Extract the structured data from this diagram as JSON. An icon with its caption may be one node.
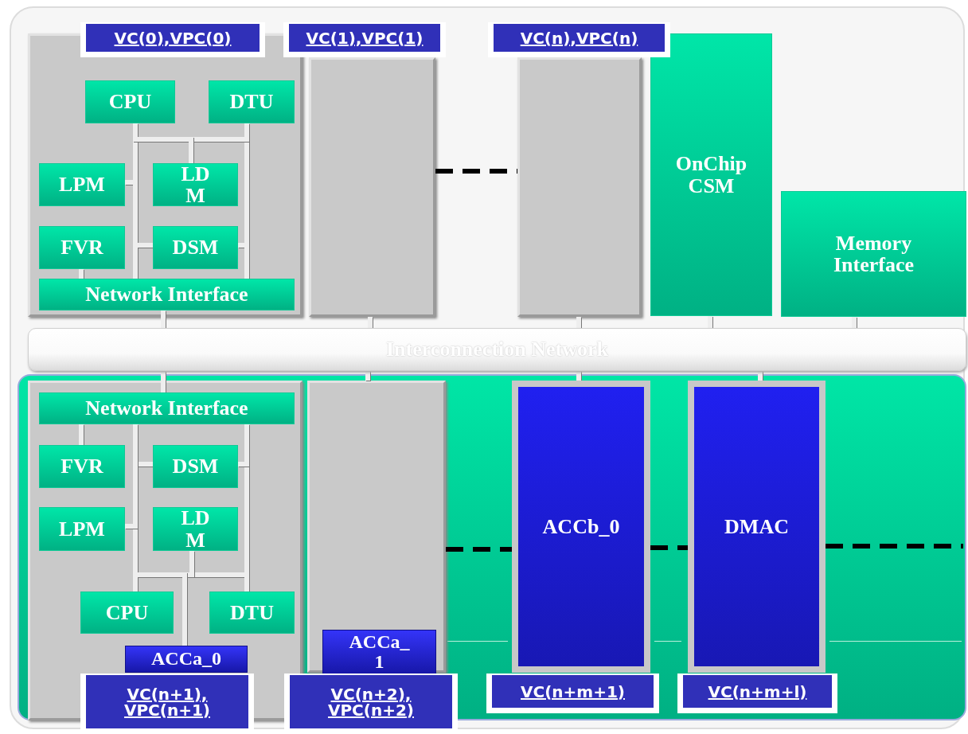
{
  "diagram": {
    "nodes": [
      {
        "text": [
          "VC(0),VPC(0)"
        ]
      },
      {
        "text": [
          "VC(1),VPC(1)"
        ]
      },
      {
        "text": [
          "VC(n),VPC(n)"
        ]
      },
      {
        "text": [],
        "shape": "box"
      },
      {
        "text": [
          "CPU"
        ],
        "in": 3
      },
      {
        "text": [
          "DTU"
        ],
        "in": 3
      },
      {
        "text": [
          "LPM"
        ],
        "in": 3
      },
      {
        "text": [
          "LD M"
        ],
        "in": 3
      },
      {
        "text": [
          "FVR"
        ],
        "in": 3
      },
      {
        "text": [
          "DSM"
        ],
        "in": 3
      },
      {
        "text": [
          "Network Interface"
        ],
        "in": 3
      },
      {
        "text": [],
        "shape": "box"
      },
      {
        "text": [],
        "shape": "box"
      },
      {
        "text": [
          "OnChip CSM"
        ]
      },
      {
        "text": [
          "Memory Interface"
        ]
      },
      {
        "text": [
          "Interconnection Network"
        ]
      },
      {
        "text": [],
        "shape": "box"
      },
      {
        "text": [
          "Network Interface"
        ],
        "in": 16
      },
      {
        "text": [
          "FVR"
        ],
        "in": 16
      },
      {
        "text": [
          "DSM"
        ],
        "in": 16
      },
      {
        "text": [
          "LPM"
        ],
        "in": 16
      },
      {
        "text": [
          "LD M"
        ],
        "in": 16
      },
      {
        "text": [
          "CPU"
        ],
        "in": 16
      },
      {
        "text": [
          "DTU"
        ],
        "in": 16
      },
      {
        "text": [
          "ACCa_0"
        ],
        "in": 16
      },
      {
        "text": [],
        "shape": "box"
      },
      {
        "text": [
          "ACCa_ 1"
        ],
        "in": 25
      },
      {
        "text": [
          "ACCb_0"
        ]
      },
      {
        "text": [
          "DMAC"
        ]
      },
      {
        "text": [
          "VC(n+1), VPC(n+1)"
        ]
      },
      {
        "text": [
          "VC(n+2), VPC(n+2)"
        ]
      },
      {
        "text": [
          "VC(n+m+1)"
        ]
      },
      {
        "text": [
          "VC(n+m+l)"
        ]
      }
    ],
    "edges": [
      {
        "from": 4,
        "to": 10,
        "arrow": "none"
      },
      {
        "from": 5,
        "to": 10,
        "arrow": "none"
      },
      {
        "from": 4,
        "to": 5,
        "arrow": "none"
      },
      {
        "from": 7,
        "to": 4,
        "arrow": "none"
      },
      {
        "from": 6,
        "to": 10,
        "arrow": "none"
      },
      {
        "from": 9,
        "to": 10,
        "arrow": "none"
      },
      {
        "from": 9,
        "to": 10,
        "arrow": "none"
      },
      {
        "from": 8,
        "to": 10,
        "arrow": "none"
      },
      {
        "from": 10,
        "to": 15,
        "arrow": "none"
      },
      {
        "from": 11,
        "to": 15,
        "arrow": "none"
      },
      {
        "from": 12,
        "to": 15,
        "arrow": "none"
      },
      {
        "from": 13,
        "to": 15,
        "arrow": "none"
      },
      {
        "from": 14,
        "to": 15,
        "arrow": "none"
      },
      {
        "from": 15,
        "to": 17,
        "arrow": "none"
      },
      {
        "from": 15,
        "to": 25,
        "arrow": "none"
      },
      {
        "from": 15,
        "to": 27,
        "arrow": "none"
      },
      {
        "from": 15,
        "to": 28,
        "arrow": "none"
      },
      {
        "from": 22,
        "to": 17,
        "arrow": "none"
      },
      {
        "from": 23,
        "to": 17,
        "arrow": "none"
      },
      {
        "from": 22,
        "to": 23,
        "arrow": "none"
      },
      {
        "from": 21,
        "to": 22,
        "arrow": "none"
      },
      {
        "from": 24,
        "to": 22,
        "arrow": "none"
      },
      {
        "from": 18,
        "to": 17,
        "arrow": "none"
      },
      {
        "from": 19,
        "to": 17,
        "arrow": "none"
      },
      {
        "from": 19,
        "to": 17,
        "arrow": "none"
      },
      {
        "from": 20,
        "to": 17,
        "arrow": "none"
      },
      {
        "from": 11,
        "to": 12,
        "arrow": "none",
        "style": "dashed",
        "color": "#000000"
      },
      {
        "from": 25,
        "to": 27,
        "arrow": "none",
        "style": "dashed",
        "color": "#000000"
      },
      {
        "from": 27,
        "to": 28,
        "arrow": "none",
        "style": "dashed",
        "color": "#000000"
      },
      {
        "from": 28,
        "to": null,
        "arrow": "none",
        "style": "dashed",
        "color": "#000000"
      }
    ]
  }
}
